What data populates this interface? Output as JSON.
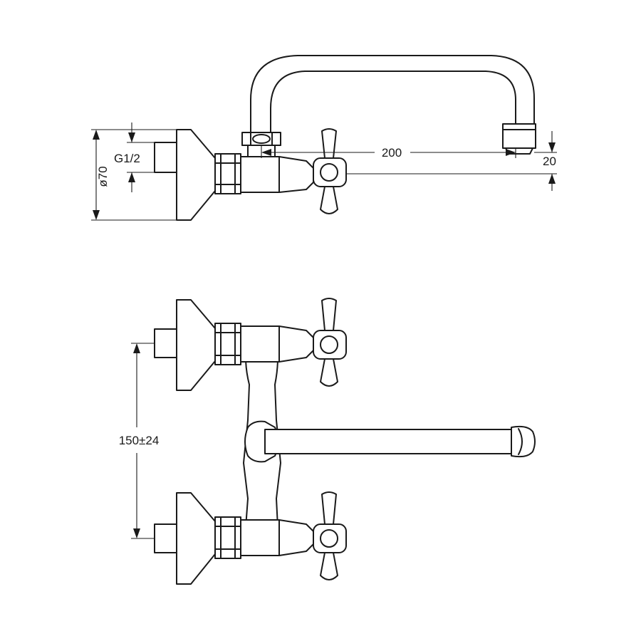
{
  "side_view": {
    "label_thread": "G1/2",
    "label_diameter": "ø70",
    "label_reach": "200",
    "label_height": "20"
  },
  "front_view": {
    "label_centers": "150±24"
  }
}
